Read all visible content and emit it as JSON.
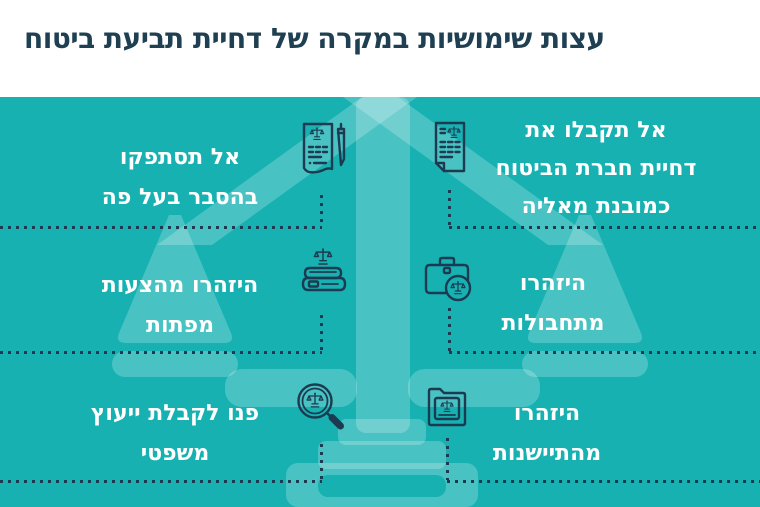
{
  "title": "עצות שימושיות במקרה של דחיית תביעת ביטוח",
  "colors": {
    "panel_teal": "#17b1b2",
    "watermark_teal": "#4ac2c3",
    "ink_navy": "#1c3b50",
    "tip_text": "#ffffff",
    "title_text": "#1f4052",
    "page_background": "#ffffff"
  },
  "items": [
    {
      "position": "top-right",
      "icon": "document-scales-icon",
      "lines": [
        "אל תקבלו את",
        "דחיית חברת הביטוח",
        "כמובנת מאליה"
      ]
    },
    {
      "position": "top-left",
      "icon": "contract-pen-scales-icon",
      "lines": [
        "אל תסתפקו",
        "בהסבר בעל פה"
      ]
    },
    {
      "position": "middle-right",
      "icon": "briefcase-scales-icon",
      "lines": [
        "היזהרו",
        "מתחבולות"
      ]
    },
    {
      "position": "middle-left",
      "icon": "law-books-scales-icon",
      "lines": [
        "היזהרו מהצעות",
        "מפתות"
      ]
    },
    {
      "position": "bottom-right",
      "icon": "folder-scales-icon",
      "lines": [
        "היזהרו",
        "מהתיישנות"
      ]
    },
    {
      "position": "bottom-left",
      "icon": "magnifier-scales-icon",
      "lines": [
        "פנו לקבלת ייעוץ",
        "משפטי"
      ]
    }
  ]
}
